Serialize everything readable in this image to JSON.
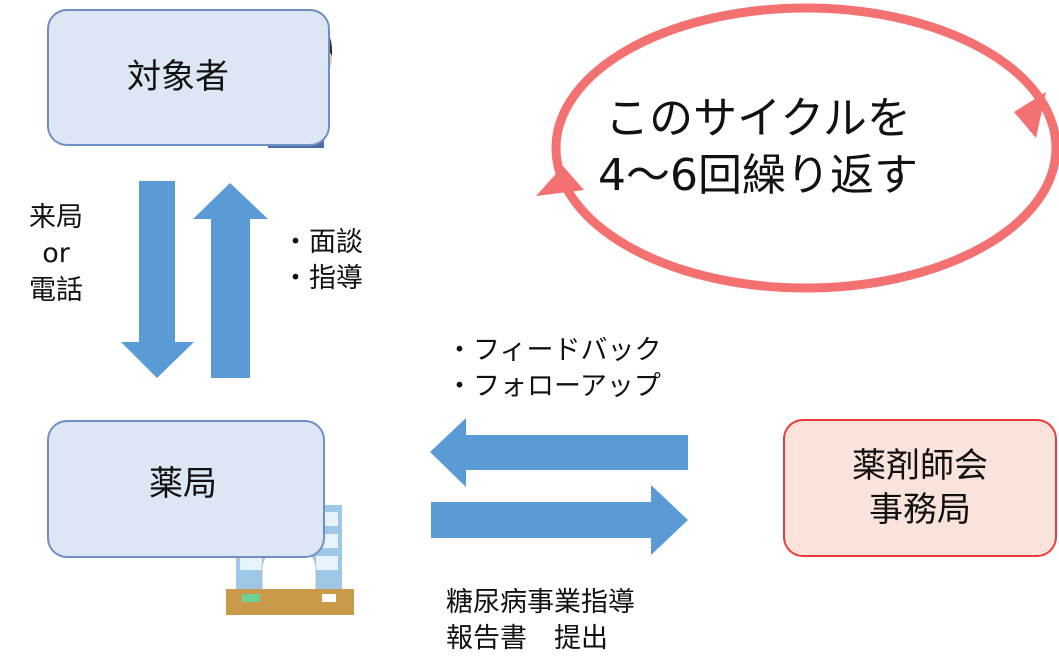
{
  "nodes": {
    "subject": "対象者",
    "pharmacy": "薬局",
    "office": [
      "薬剤師会",
      "事務局"
    ]
  },
  "visit_label": [
    "来局",
    "or",
    "電話"
  ],
  "guidance_label": [
    "・面談",
    "・指導"
  ],
  "feedback_label": [
    "・フィードバック",
    "・フォローアップ"
  ],
  "report_label": [
    "糖尿病事業指導",
    "報告書　提出"
  ],
  "cycle_text": [
    "このサイクルを",
    "4～6回繰り返す"
  ],
  "colors": {
    "box_fill": "#dce6f4",
    "box_border": "#6f8fc2",
    "arrow": "#5b9bd5",
    "office_fill": "#f9e3da",
    "office_border": "#e63c3c",
    "cycle_ring": "#f47171"
  },
  "icons": [
    "man-illustration-icon",
    "pharmacist-illustration-icon"
  ]
}
